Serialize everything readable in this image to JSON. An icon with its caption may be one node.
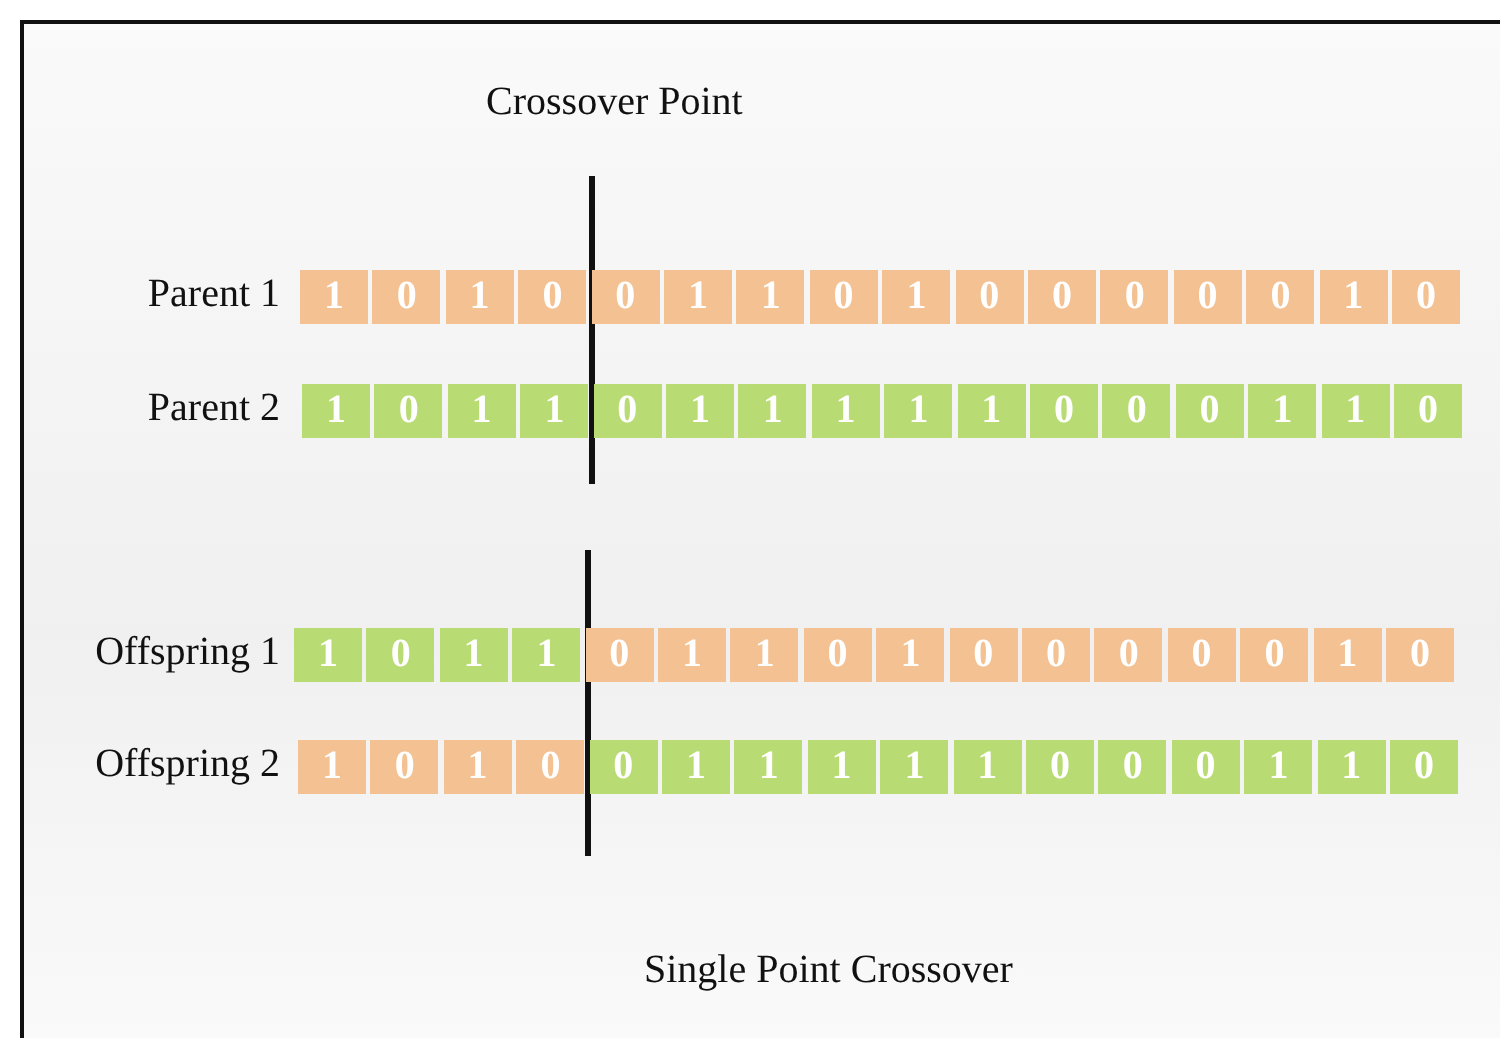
{
  "diagram": {
    "caption": "Single Point Crossover",
    "labels": [
      "Crossover Point",
      "Parent 1",
      "1",
      "0",
      "1",
      "0",
      "0",
      "1",
      "1",
      "0",
      "1",
      "0",
      "0",
      "0",
      "0",
      "0",
      "1",
      "0",
      "Parent 2",
      "1",
      "0",
      "1",
      "1",
      "0",
      "1",
      "1",
      "1",
      "1",
      "1",
      "0",
      "0",
      "0",
      "1",
      "1",
      "0",
      "Offspring 1",
      "1",
      "0",
      "1",
      "1",
      "0",
      "1",
      "1",
      "0",
      "1",
      "0",
      "0",
      "0",
      "0",
      "0",
      "1",
      "0",
      "Offspring 2",
      "1",
      "0",
      "1",
      "0",
      "0",
      "1",
      "1",
      "1",
      "1",
      "1",
      "0",
      "0",
      "0",
      "1",
      "1",
      "0"
    ]
  }
}
